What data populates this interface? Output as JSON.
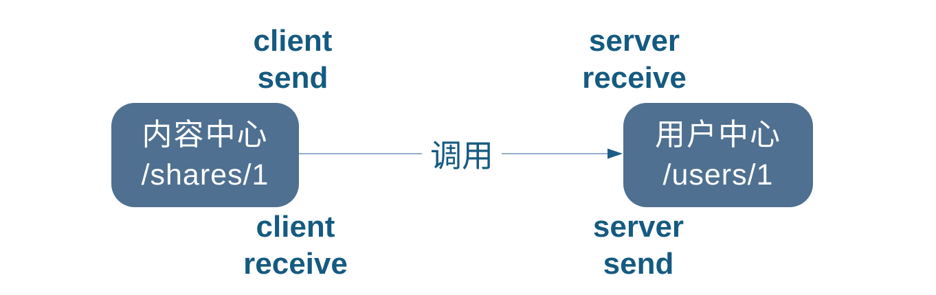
{
  "diagram": {
    "nodes": {
      "left": {
        "title": "内容中心",
        "path": "/shares/1"
      },
      "right": {
        "title": "用户中心",
        "path": "/users/1"
      }
    },
    "edge": {
      "label": "调用"
    },
    "annotations": {
      "top_left": {
        "line1": "client",
        "line2": "send"
      },
      "top_right": {
        "line1": "server",
        "line2": "receive"
      },
      "bottom_left": {
        "line1": "client",
        "line2": "receive"
      },
      "bottom_right": {
        "line1": "server",
        "line2": "send"
      }
    },
    "colors": {
      "node_fill": "#4f7090",
      "node_text": "#ffffff",
      "label_text": "#155a80",
      "edge_line": "#6f94b5",
      "edge_arrow": "#1d5c87",
      "background": "#ffffff"
    }
  }
}
